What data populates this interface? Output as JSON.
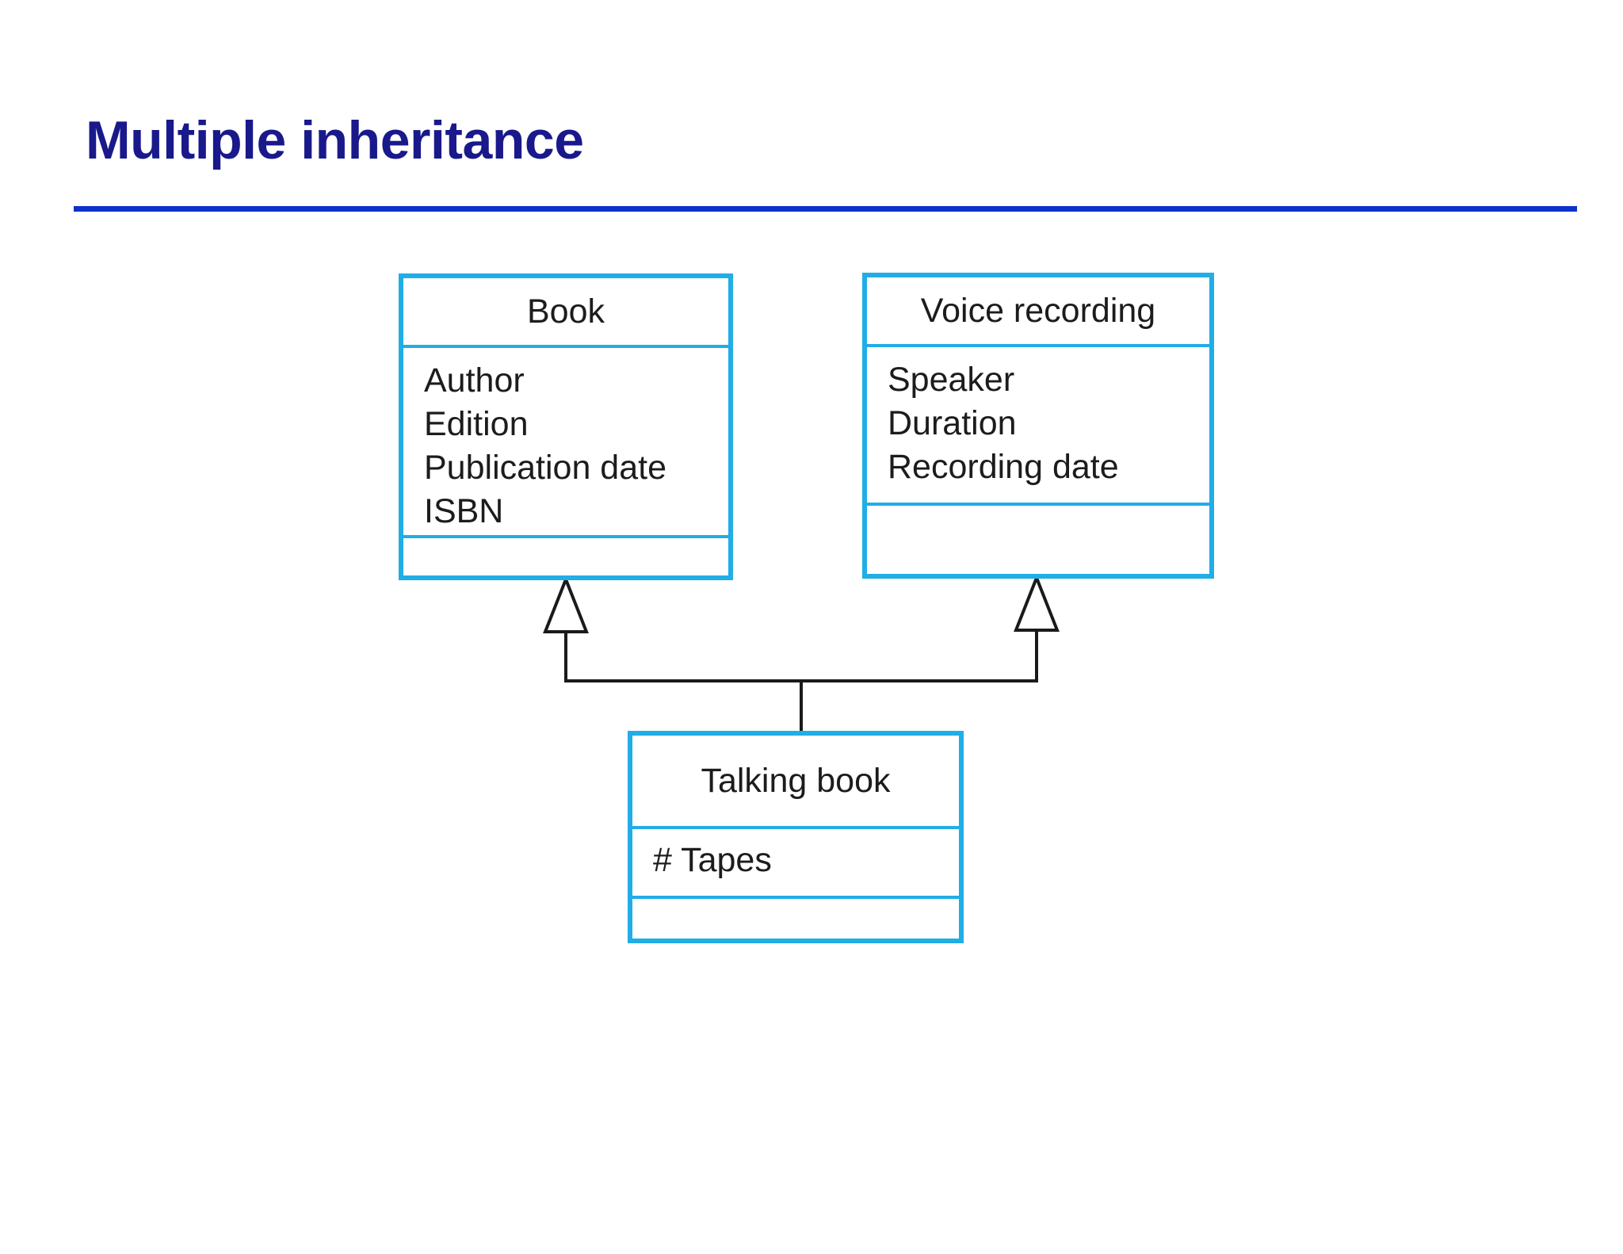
{
  "slide": {
    "title": "Multiple inheritance",
    "title_color": "#19198C",
    "rule_color": "#0B33CB",
    "background": "#FFFFFF"
  },
  "diagram": {
    "type": "uml-class-diagram",
    "notation": "UML generalization (multiple inheritance)",
    "class_border_color": "#21ADE6",
    "connector_color": "#1A1A1A",
    "classes": [
      {
        "id": "book",
        "name": "Book",
        "attributes": [
          "Author",
          "Edition",
          "Publication date",
          "ISBN"
        ],
        "operations": []
      },
      {
        "id": "voice-recording",
        "name": "Voice recording",
        "attributes": [
          "Speaker",
          "Duration",
          "Recording date"
        ],
        "operations": []
      },
      {
        "id": "talking-book",
        "name": "Talking book",
        "attributes": [
          "# Tapes"
        ],
        "operations": []
      }
    ],
    "relationships": [
      {
        "type": "generalization",
        "from": "talking-book",
        "to": "book"
      },
      {
        "type": "generalization",
        "from": "talking-book",
        "to": "voice-recording"
      }
    ]
  }
}
